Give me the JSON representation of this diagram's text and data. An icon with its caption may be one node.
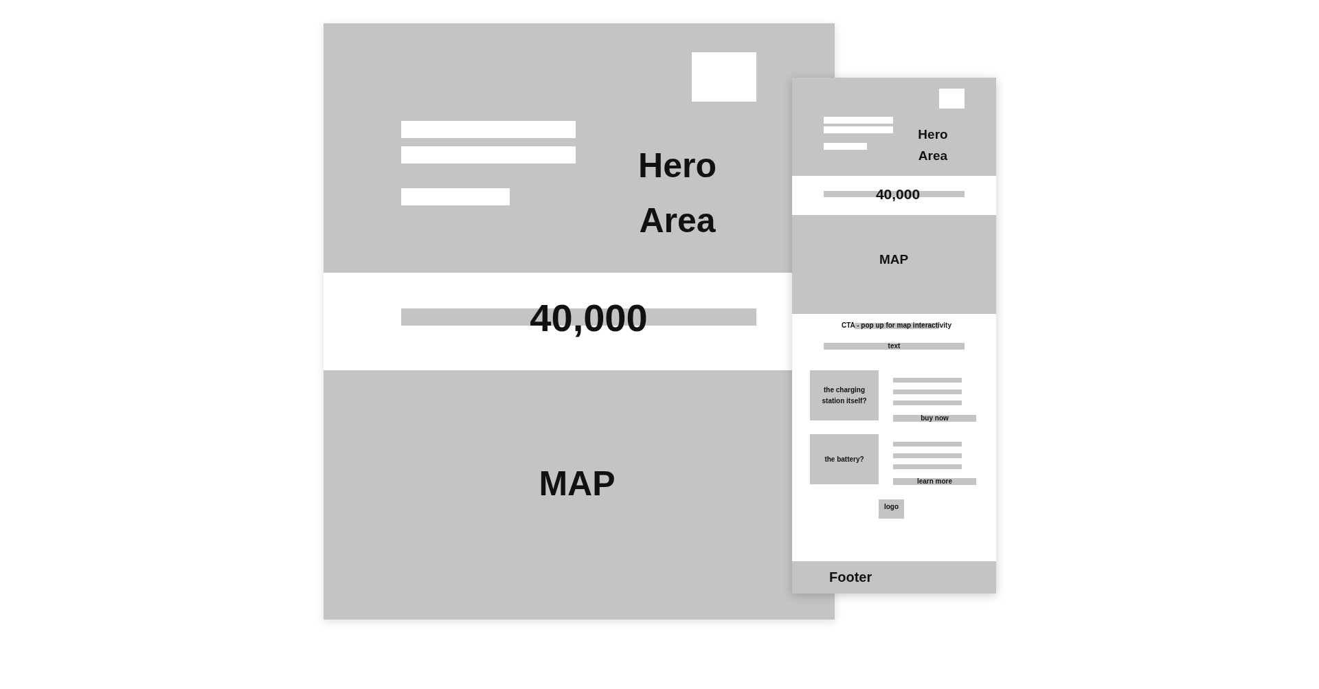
{
  "diagram": {
    "nodes": [
      {
        "text": [],
        "shape": "box"
      },
      {
        "text": [
          "Hero Area"
        ],
        "in": 0
      },
      {
        "text": [
          "40,000"
        ],
        "in": 0
      },
      {
        "text": [
          "MAP"
        ],
        "in": 0
      },
      {
        "text": [],
        "shape": "box"
      },
      {
        "text": [
          "Hero Area"
        ],
        "in": 4
      },
      {
        "text": [
          "40,000"
        ],
        "in": 4
      },
      {
        "text": [
          "MAP"
        ],
        "in": 4
      },
      {
        "text": [
          "text"
        ],
        "in": 4
      },
      {
        "text": [
          "the charging station itself?"
        ],
        "in": 4
      },
      {
        "text": [
          "buy now"
        ],
        "in": 4
      },
      {
        "text": [
          "the battery?"
        ],
        "in": 4
      },
      {
        "text": [
          "learn more"
        ],
        "in": 4
      },
      {
        "text": [
          "logo"
        ],
        "in": 4
      },
      {
        "text": [
          "Footer"
        ],
        "in": 4
      }
    ],
    "labels": [
      "CTA - pop up for map interactivity"
    ]
  }
}
